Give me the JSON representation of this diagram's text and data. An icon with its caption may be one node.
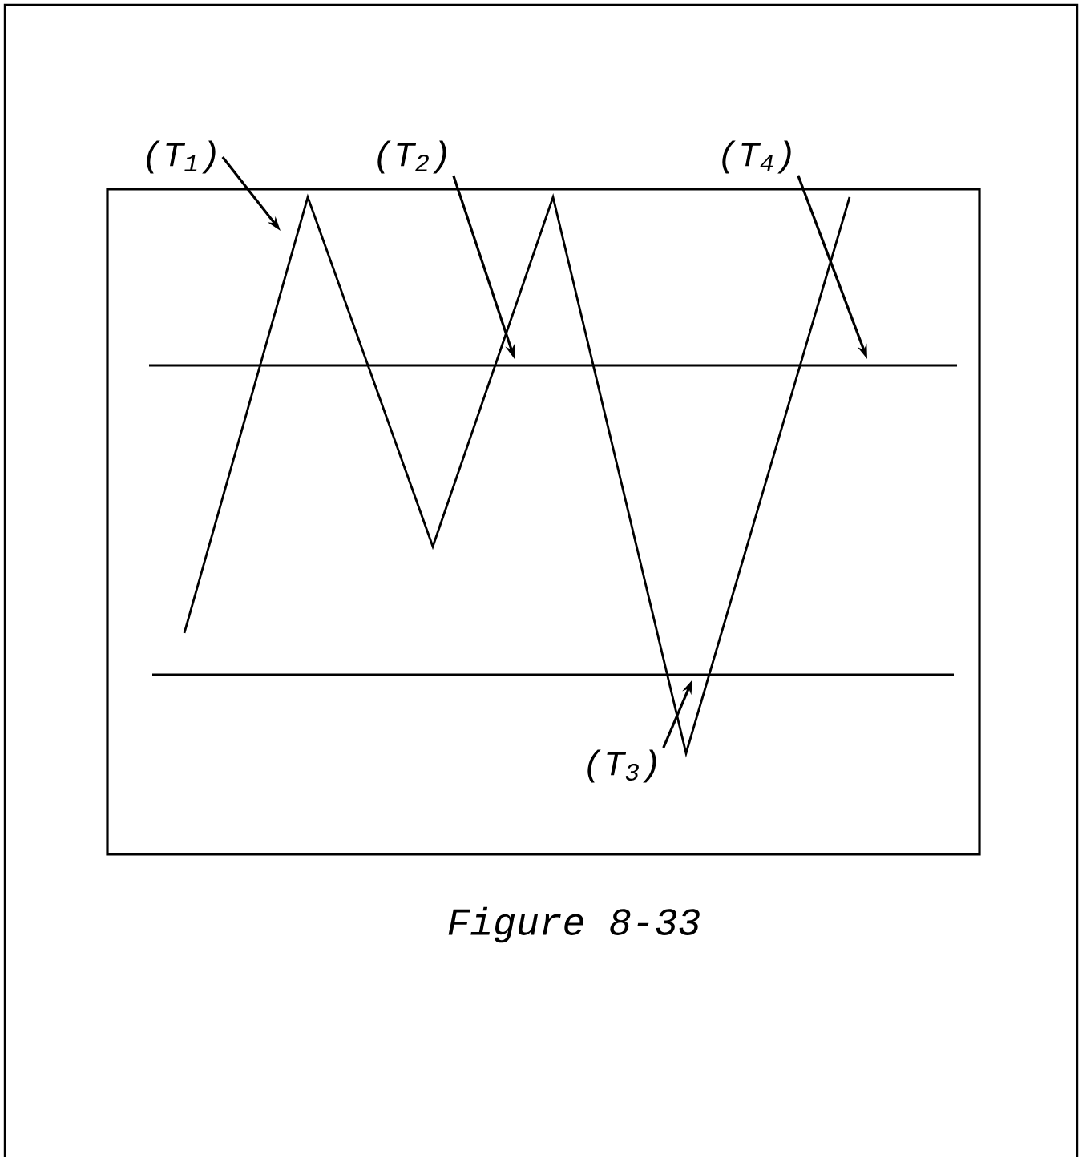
{
  "diagram": {
    "caption": "Figure 8-33",
    "nodes": [
      {
        "text": [
          "(T$_{1}$)"
        ]
      },
      {
        "text": [
          "(T$_{2}$)"
        ]
      },
      {
        "text": [
          "(T$_{4}$)"
        ]
      },
      {
        "text": [
          "(T$_{3}$)"
        ]
      }
    ],
    "edges": [
      {
        "from": 0,
        "to": null,
        "arrow": "to"
      },
      {
        "from": 1,
        "to": null,
        "arrow": "to"
      },
      {
        "from": 2,
        "to": null,
        "arrow": "to"
      },
      {
        "from": 3,
        "to": null,
        "arrow": "to"
      }
    ]
  }
}
